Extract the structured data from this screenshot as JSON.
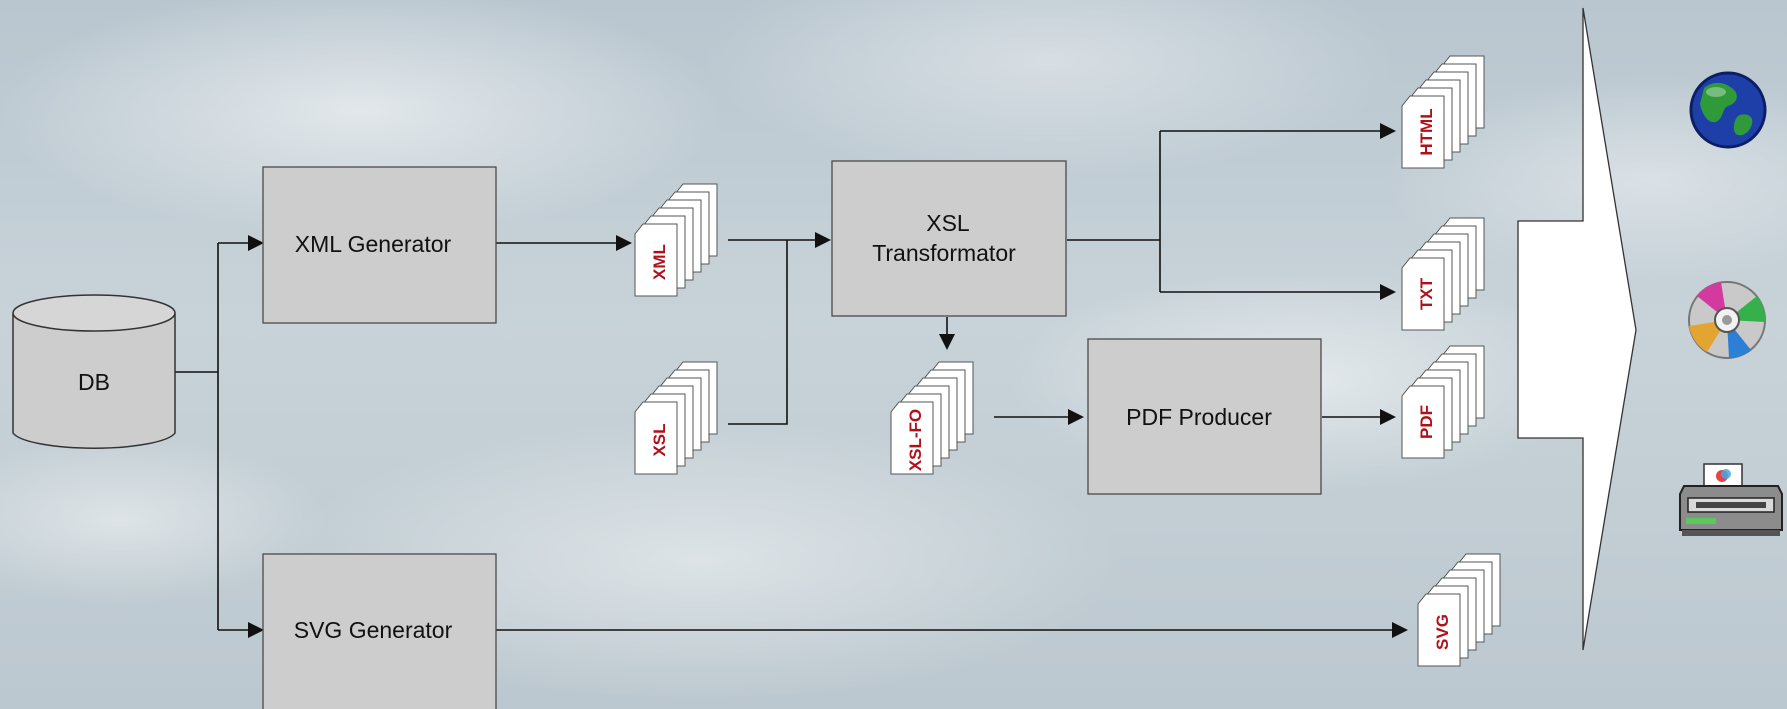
{
  "colors": {
    "doc_label": "#b0101a",
    "box_fill": "#cdcdcd",
    "line": "#111111"
  },
  "nodes": {
    "db": "DB",
    "xml_generator": "XML Generator",
    "svg_generator": "SVG Generator",
    "xsl_transformator_line1": "XSL",
    "xsl_transformator_line2": "Transformator",
    "pdf_producer": "PDF Producer"
  },
  "documents": {
    "xml": "XML",
    "xsl": "XSL",
    "xsl_fo": "XSL-FO",
    "html": "HTML",
    "txt": "TXT",
    "pdf": "PDF",
    "svg": "SVG"
  },
  "outputs": [
    {
      "icon": "globe-icon"
    },
    {
      "icon": "cd-icon"
    },
    {
      "icon": "printer-icon"
    }
  ]
}
